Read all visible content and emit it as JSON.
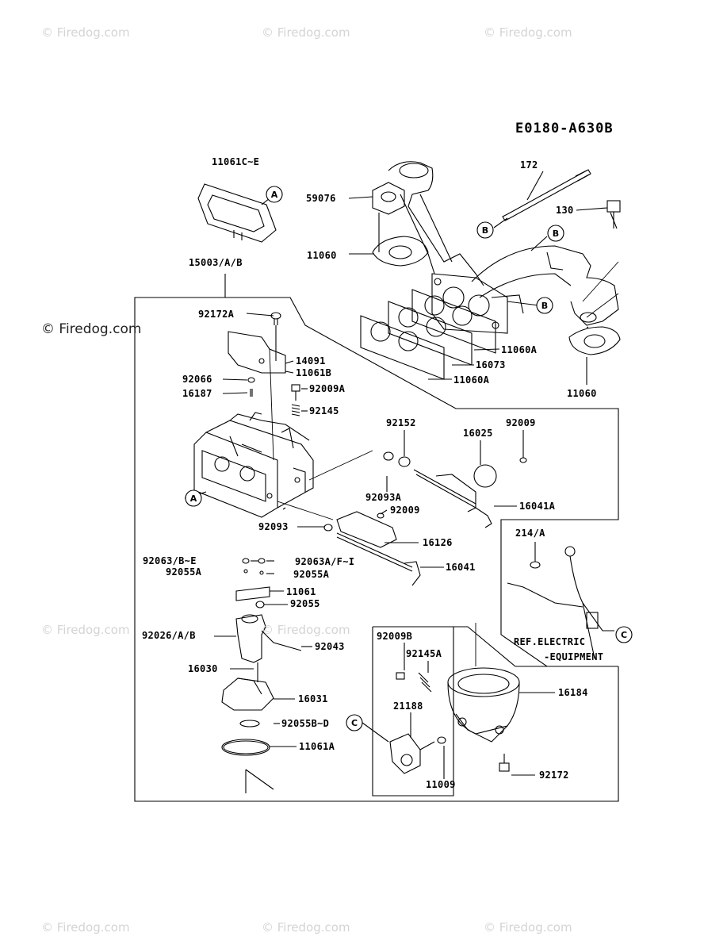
{
  "diagram_code": "E0180-A630B",
  "watermark": "© Firedog.com",
  "callout_letters": {
    "a": "A",
    "b": "B",
    "c": "C"
  },
  "ref_note": {
    "line1": "REF.ELECTRIC",
    "line2": "-EQUIPMENT"
  },
  "parts": {
    "p11061c_e": "11061C~E",
    "p59076": "59076",
    "p172": "172",
    "p130": "130",
    "p11060_top": "11060",
    "p15003": "15003/A/B",
    "p92172a": "92172A",
    "p14091": "14091",
    "p11061b": "11061B",
    "p92066": "92066",
    "p16187": "16187",
    "p92009a": "92009A",
    "p92145": "92145",
    "p11060a_top": "11060A",
    "p16073": "16073",
    "p11060a_bot": "11060A",
    "p11060_right": "11060",
    "p92152": "92152",
    "p92009_top": "92009",
    "p16025": "16025",
    "p92093a": "92093A",
    "p92009_mid": "92009",
    "p16041a": "16041A",
    "p92093": "92093",
    "p16126": "16126",
    "p214a": "214/A",
    "p92063b_e": "92063/B~E",
    "p92063a_fi": "92063A/F~I",
    "p92055a_left": "92055A",
    "p92055a_right": "92055A",
    "p16041": "16041",
    "p11061": "11061",
    "p92055": "92055",
    "p92026": "92026/A/B",
    "p92043": "92043",
    "p92009b": "92009B",
    "p92145a": "92145A",
    "p16030": "16030",
    "p16184": "16184",
    "p16031": "16031",
    "p21188": "21188",
    "p92055b_d": "92055B~D",
    "p11061a": "11061A",
    "p11009": "11009",
    "p92172": "92172"
  }
}
